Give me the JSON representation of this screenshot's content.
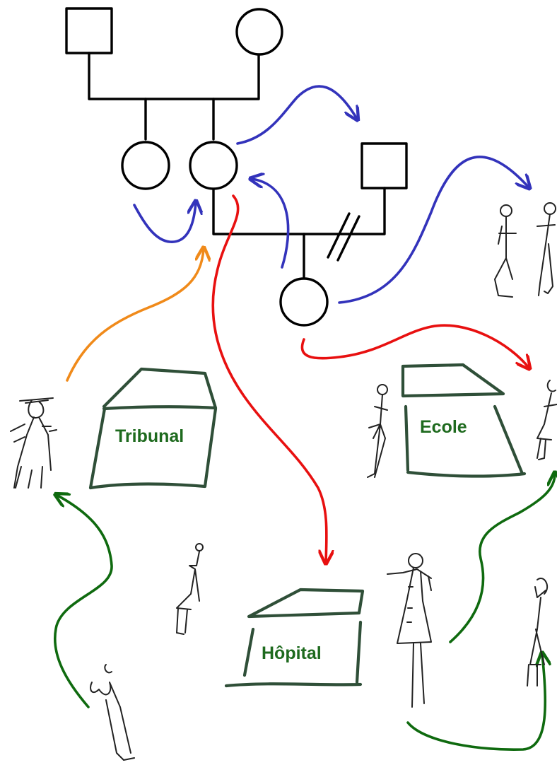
{
  "colors": {
    "kinship_lines": "#000000",
    "blue_arrows": "#3333bb",
    "red_arrows": "#e81010",
    "orange_arrow": "#f08a1a",
    "green_arrows": "#0f6a0f",
    "building_outline": "#2f4f38",
    "label_text": "#1e6a1e"
  },
  "institutions": [
    {
      "id": "tribunal",
      "label": "Tribunal"
    },
    {
      "id": "ecole",
      "label": "Ecole"
    },
    {
      "id": "hopital",
      "label": "Hôpital"
    }
  ],
  "genealogy": {
    "symbols": [
      "square = male",
      "circle = female",
      "double slash = divorce/separation"
    ],
    "nodes": [
      "grandfather-square",
      "grandmother-circle",
      "sister-circle",
      "mother-circle",
      "father-square",
      "child-circle"
    ]
  },
  "figures": [
    "judge-figure",
    "walking-figures",
    "teacher-figure",
    "pupil-figure",
    "patient-figure",
    "doctor-figure",
    "standing-figure",
    "crouching-figure"
  ]
}
